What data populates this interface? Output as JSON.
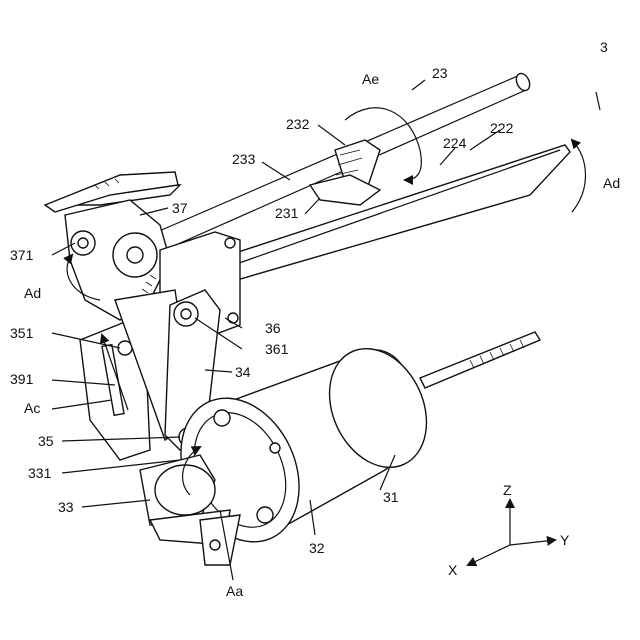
{
  "figure": {
    "labels": {
      "l3": "3",
      "l23": "23",
      "lAe": "Ae",
      "l232": "232",
      "l222": "222",
      "l224": "224",
      "l233": "233",
      "lAdRight": "Ad",
      "l231": "231",
      "l37": "37",
      "l371": "371",
      "lAdLeft": "Ad",
      "l351": "351",
      "l36": "36",
      "l361": "361",
      "l391": "391",
      "l34": "34",
      "lAc": "Ac",
      "l35": "35",
      "l331": "331",
      "l31": "31",
      "l33": "33",
      "l32": "32",
      "lAa": "Aa",
      "axisZ": "Z",
      "axisY": "Y",
      "axisX": "X"
    }
  }
}
